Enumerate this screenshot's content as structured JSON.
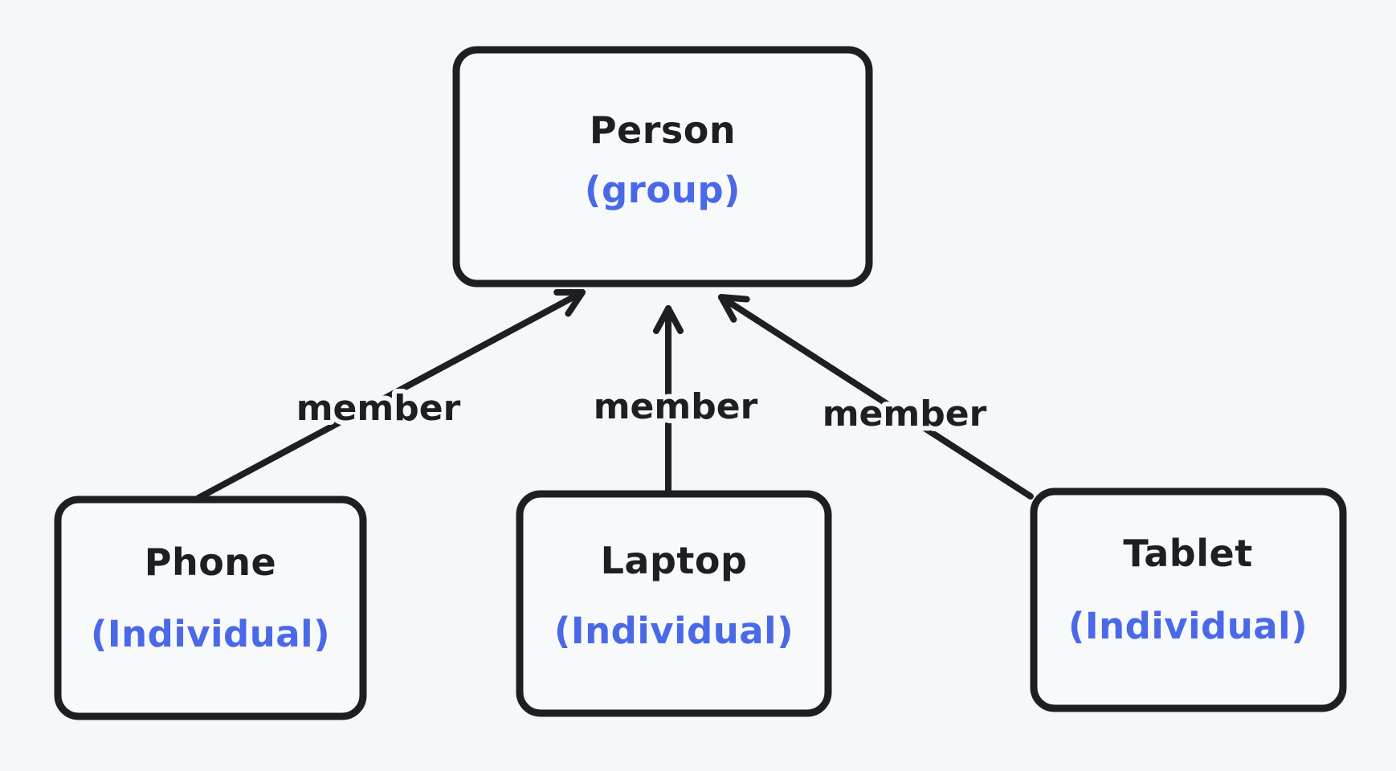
{
  "canvas": {
    "background": "#f6f7f9",
    "stroke_color": "#1e1f23",
    "accent_blue": "#4a69e8"
  },
  "nodes": {
    "person": {
      "name": "Person",
      "type": "(group)"
    },
    "phone": {
      "name": "Phone",
      "type": "(Individual)"
    },
    "laptop": {
      "name": "Laptop",
      "type": "(Individual)"
    },
    "tablet": {
      "name": "Tablet",
      "type": "(Individual)"
    }
  },
  "edges": {
    "phone_person": {
      "label": "member"
    },
    "laptop_person": {
      "label": "member"
    },
    "tablet_person": {
      "label": "member"
    }
  }
}
